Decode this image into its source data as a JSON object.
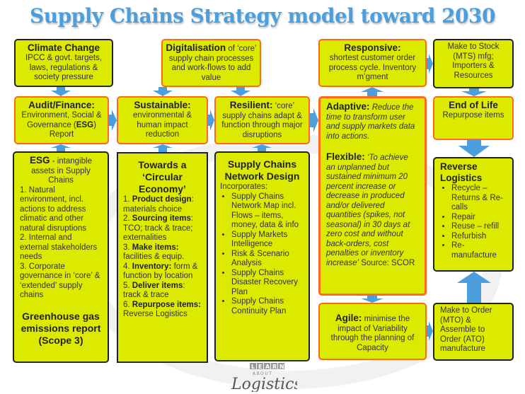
{
  "title": "Supply Chains Strategy model toward 2030",
  "climate": {
    "heading": "Climate Change",
    "body": "IPCC & govt. targets, laws, regulations & society pressure"
  },
  "digital": {
    "heading": "Digitalisation",
    "body": " of ‘core’ supply chain processes and work-flows to add value"
  },
  "responsive": {
    "heading": "Responsive:",
    "body": "shortest customer order process cycle. Inventory m’gment"
  },
  "mts": {
    "body": "Make to Stock (MTS) mfg; Importers & Resources"
  },
  "audit": {
    "heading": "Audit/Finance:",
    "body1": "Environment, Social & Governance (",
    "esg": "ESG",
    "body2": ") Report"
  },
  "sustainable": {
    "heading": "Sustainable:",
    "body": "environmental & human impact reduction"
  },
  "resilient": {
    "heading": "Resilient:",
    "body": " ‘core’ supply chains adapt & function through major disruptions"
  },
  "adaptive": {
    "heading": "Adaptive:",
    "body": " Reduce the  time to transform user and supply markets data into actions."
  },
  "flexible": {
    "heading": "Flexible:",
    "body": " ‘To achieve an unplanned but sustained minimum 20 percent increase or decrease in produced and/or delivered quantities (spikes, not seasonal) in 30 days at zero cost and without back-orders, cost penalties or inventory increase’",
    "source": " Source: SCOR"
  },
  "end_of_life": {
    "heading": "End of Life",
    "body": "Repurpose items"
  },
  "reverse": {
    "heading": "Reverse Logistics",
    "items": [
      "Recycle – Returns & Re-calls",
      "Repair",
      "Reuse – refill",
      "Refurbish",
      "Re-manufacture"
    ]
  },
  "esg_box": {
    "heading": "ESG",
    "intro": " - intangible assets in Supply Chains",
    "points": [
      "1. Natural environment, incl. actions to address climatic and other natural disruptions",
      "2. Internal and external stakeholders needs",
      "3. Corporate governance in ‘core’ & ‘extended’ supply chains"
    ],
    "footer": "Greenhouse gas emissions report (Scope 3)"
  },
  "circular": {
    "heading": "Towards a ‘Circular Economy’",
    "items": [
      {
        "num": "1. ",
        "bold": "Product design",
        "text": ": materials choice"
      },
      {
        "num": "2. ",
        "bold": "Sourcing items",
        "text": ": TCO; track & trace; externalities"
      },
      {
        "num": "3. ",
        "bold": "Make items:",
        "text": " facilities & equip."
      },
      {
        "num": "4. ",
        "bold": "Inventory:",
        "text": " form & function by location"
      },
      {
        "num": "5. ",
        "bold": "Deliver items",
        "text": ": track & trace"
      },
      {
        "num": "6. ",
        "bold": "Repurpose items:",
        "text": " Reverse Logistics"
      }
    ]
  },
  "network": {
    "heading": "Supply Chains Network Design",
    "intro": "Incorporates:",
    "items": [
      "Supply Chains Network Map incl. Flows – items, money, data & info",
      "Supply Markets Intelligence",
      "Risk & Scenario Analysis",
      "Supply Chains Disaster Recovery Plan",
      "Supply Chains Continuity Plan"
    ]
  },
  "agile": {
    "heading": "Agile:",
    "body": " minimise the impact of Variability through the planning of Capacity"
  },
  "mto": {
    "body": "Make to Order (MTO) & Assemble to Order (ATO) manufacture"
  },
  "logo": {
    "text": "LEARN ABOUT Logistics"
  },
  "colors": {
    "box_fill": "#dcea00",
    "orange_border": "#ff6a1a",
    "arrow": "#4a9fdc",
    "title": "#4a9fdc"
  }
}
